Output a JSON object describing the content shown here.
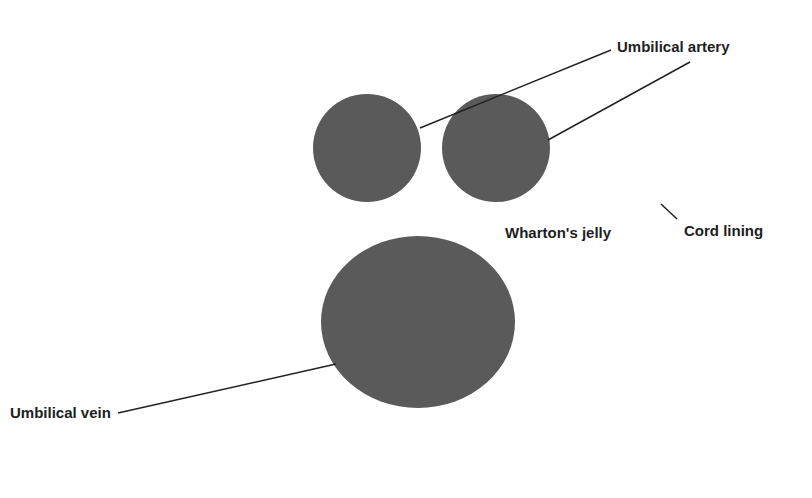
{
  "diagram": {
    "nodes": [
      {
        "text": [
          "Wharton's jelly"
        ]
      }
    ],
    "labels": [
      "Umbilical artery",
      "Cord lining",
      "Umbilical vein"
    ]
  }
}
